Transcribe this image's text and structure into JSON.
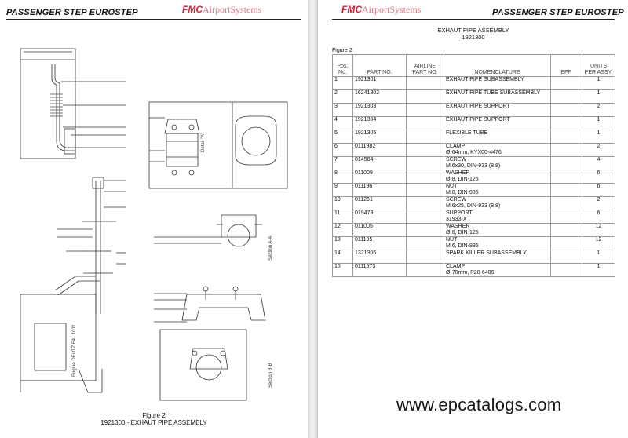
{
  "left_page": {
    "header_title": "PASSENGER STEP EUROSTEP",
    "brand_fmc": "FMC",
    "brand_systems": "AirportSystems",
    "drawing_labels": {
      "detail": "Detail \"A\"",
      "section_aa": "Section A-A",
      "section_bb": "Section B-B",
      "engine_note": "Engine DEUTZ F4L 1011"
    },
    "caption_line1": "Figure 2",
    "caption_line2": "1921300 - EXHAUT PIPE ASSEMBLY"
  },
  "right_page": {
    "brand_fmc": "FMC",
    "brand_systems": "AirportSystems",
    "header_title": "PASSENGER STEP EUROSTEP",
    "assembly_title": "EXHAUT PIPE ASSEMBLY",
    "assembly_number": "1921300",
    "figure_label": "Figure 2",
    "columns": {
      "pos": "Pos. No.",
      "part": "PART NO.",
      "airline": "AIRLINE PART NO.",
      "nomenclature": "NOMENCLATURE",
      "eff": "EFF.",
      "units": "UNITS PER ASSY."
    },
    "rows": [
      {
        "pos": "1",
        "part": "1921301",
        "airline": "",
        "name1": "EXHAUT PIPE SUBASSEMBLY",
        "name2": "",
        "eff": "",
        "units": "1"
      },
      {
        "pos": "2",
        "part": "16241302",
        "airline": "",
        "name1": "EXHAUT PIPE TUBE SUBASSEMBLY",
        "name2": "",
        "eff": "",
        "units": "1"
      },
      {
        "pos": "3",
        "part": "1921303",
        "airline": "",
        "name1": "EXHAUT PIPE SUPPORT",
        "name2": "",
        "eff": "",
        "units": "2"
      },
      {
        "pos": "4",
        "part": "1921304",
        "airline": "",
        "name1": "EXHAUT PIPE SUPPORT",
        "name2": "",
        "eff": "",
        "units": "1"
      },
      {
        "pos": "5",
        "part": "1921305",
        "airline": "",
        "name1": "FLEXIBLE TUBE",
        "name2": "",
        "eff": "",
        "units": "1"
      },
      {
        "pos": "6",
        "part": "0111982",
        "airline": "",
        "name1": "CLAMP",
        "name2": "Ø-64mm, KYX00-4476",
        "eff": "",
        "units": "2"
      },
      {
        "pos": "7",
        "part": "014584",
        "airline": "",
        "name1": "SCREW",
        "name2": "M.6x30, DIN-933 (8.8)",
        "eff": "",
        "units": "4"
      },
      {
        "pos": "8",
        "part": "011009",
        "airline": "",
        "name1": "WASHER",
        "name2": "Ø-8, DIN-125",
        "eff": "",
        "units": "6"
      },
      {
        "pos": "9",
        "part": "011196",
        "airline": "",
        "name1": "NUT",
        "name2": "M.8, DIN-985",
        "eff": "",
        "units": "6"
      },
      {
        "pos": "10",
        "part": "011261",
        "airline": "",
        "name1": "SCREW",
        "name2": "M.6x25, DIN-933 (8.8)",
        "eff": "",
        "units": "2"
      },
      {
        "pos": "11",
        "part": "019473",
        "airline": "",
        "name1": "SUPPORT",
        "name2": "31933-X",
        "eff": "",
        "units": "6"
      },
      {
        "pos": "12",
        "part": "011005",
        "airline": "",
        "name1": "WASHER",
        "name2": "Ø-6, DIN-125",
        "eff": "",
        "units": "12"
      },
      {
        "pos": "13",
        "part": "011195",
        "airline": "",
        "name1": "NUT",
        "name2": "M.6, DIN-985",
        "eff": "",
        "units": "12"
      },
      {
        "pos": "14",
        "part": "1321306",
        "airline": "",
        "name1": "SPARK KILLER SUBASSEMBLY",
        "name2": "",
        "eff": "",
        "units": "1"
      },
      {
        "pos": "15",
        "part": "0111573",
        "airline": "",
        "name1": "CLAMP",
        "name2": "Ø-70mm, P20-6406",
        "eff": "",
        "units": "1"
      }
    ]
  },
  "watermark": "www.epcatalogs.com"
}
